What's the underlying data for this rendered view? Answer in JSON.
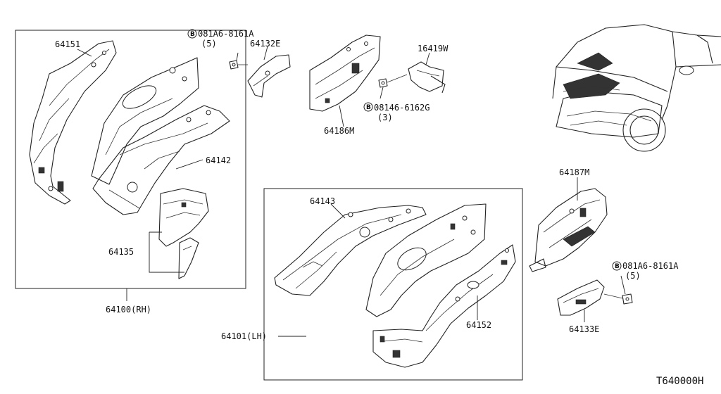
{
  "labels": {
    "p64151": "64151",
    "p64142": "64142",
    "p64135": "64135",
    "p64100": "64100(RH)",
    "p64132E": "64132E",
    "p64186M": "64186M",
    "p16419W": "16419W",
    "p64143": "64143",
    "p64152": "64152",
    "p64101": "64101(LH)",
    "p64187M": "64187M",
    "p64133E": "64133E"
  },
  "bolts": {
    "bolt1": {
      "symbol": "B",
      "part": "081A6-8161A",
      "qty": "(5)"
    },
    "bolt2": {
      "symbol": "B",
      "part": "08146-6162G",
      "qty": "(3)"
    },
    "bolt3": {
      "symbol": "B",
      "part": "081A6-8161A",
      "qty": "(5)"
    }
  },
  "diagram_code": "T640000H"
}
